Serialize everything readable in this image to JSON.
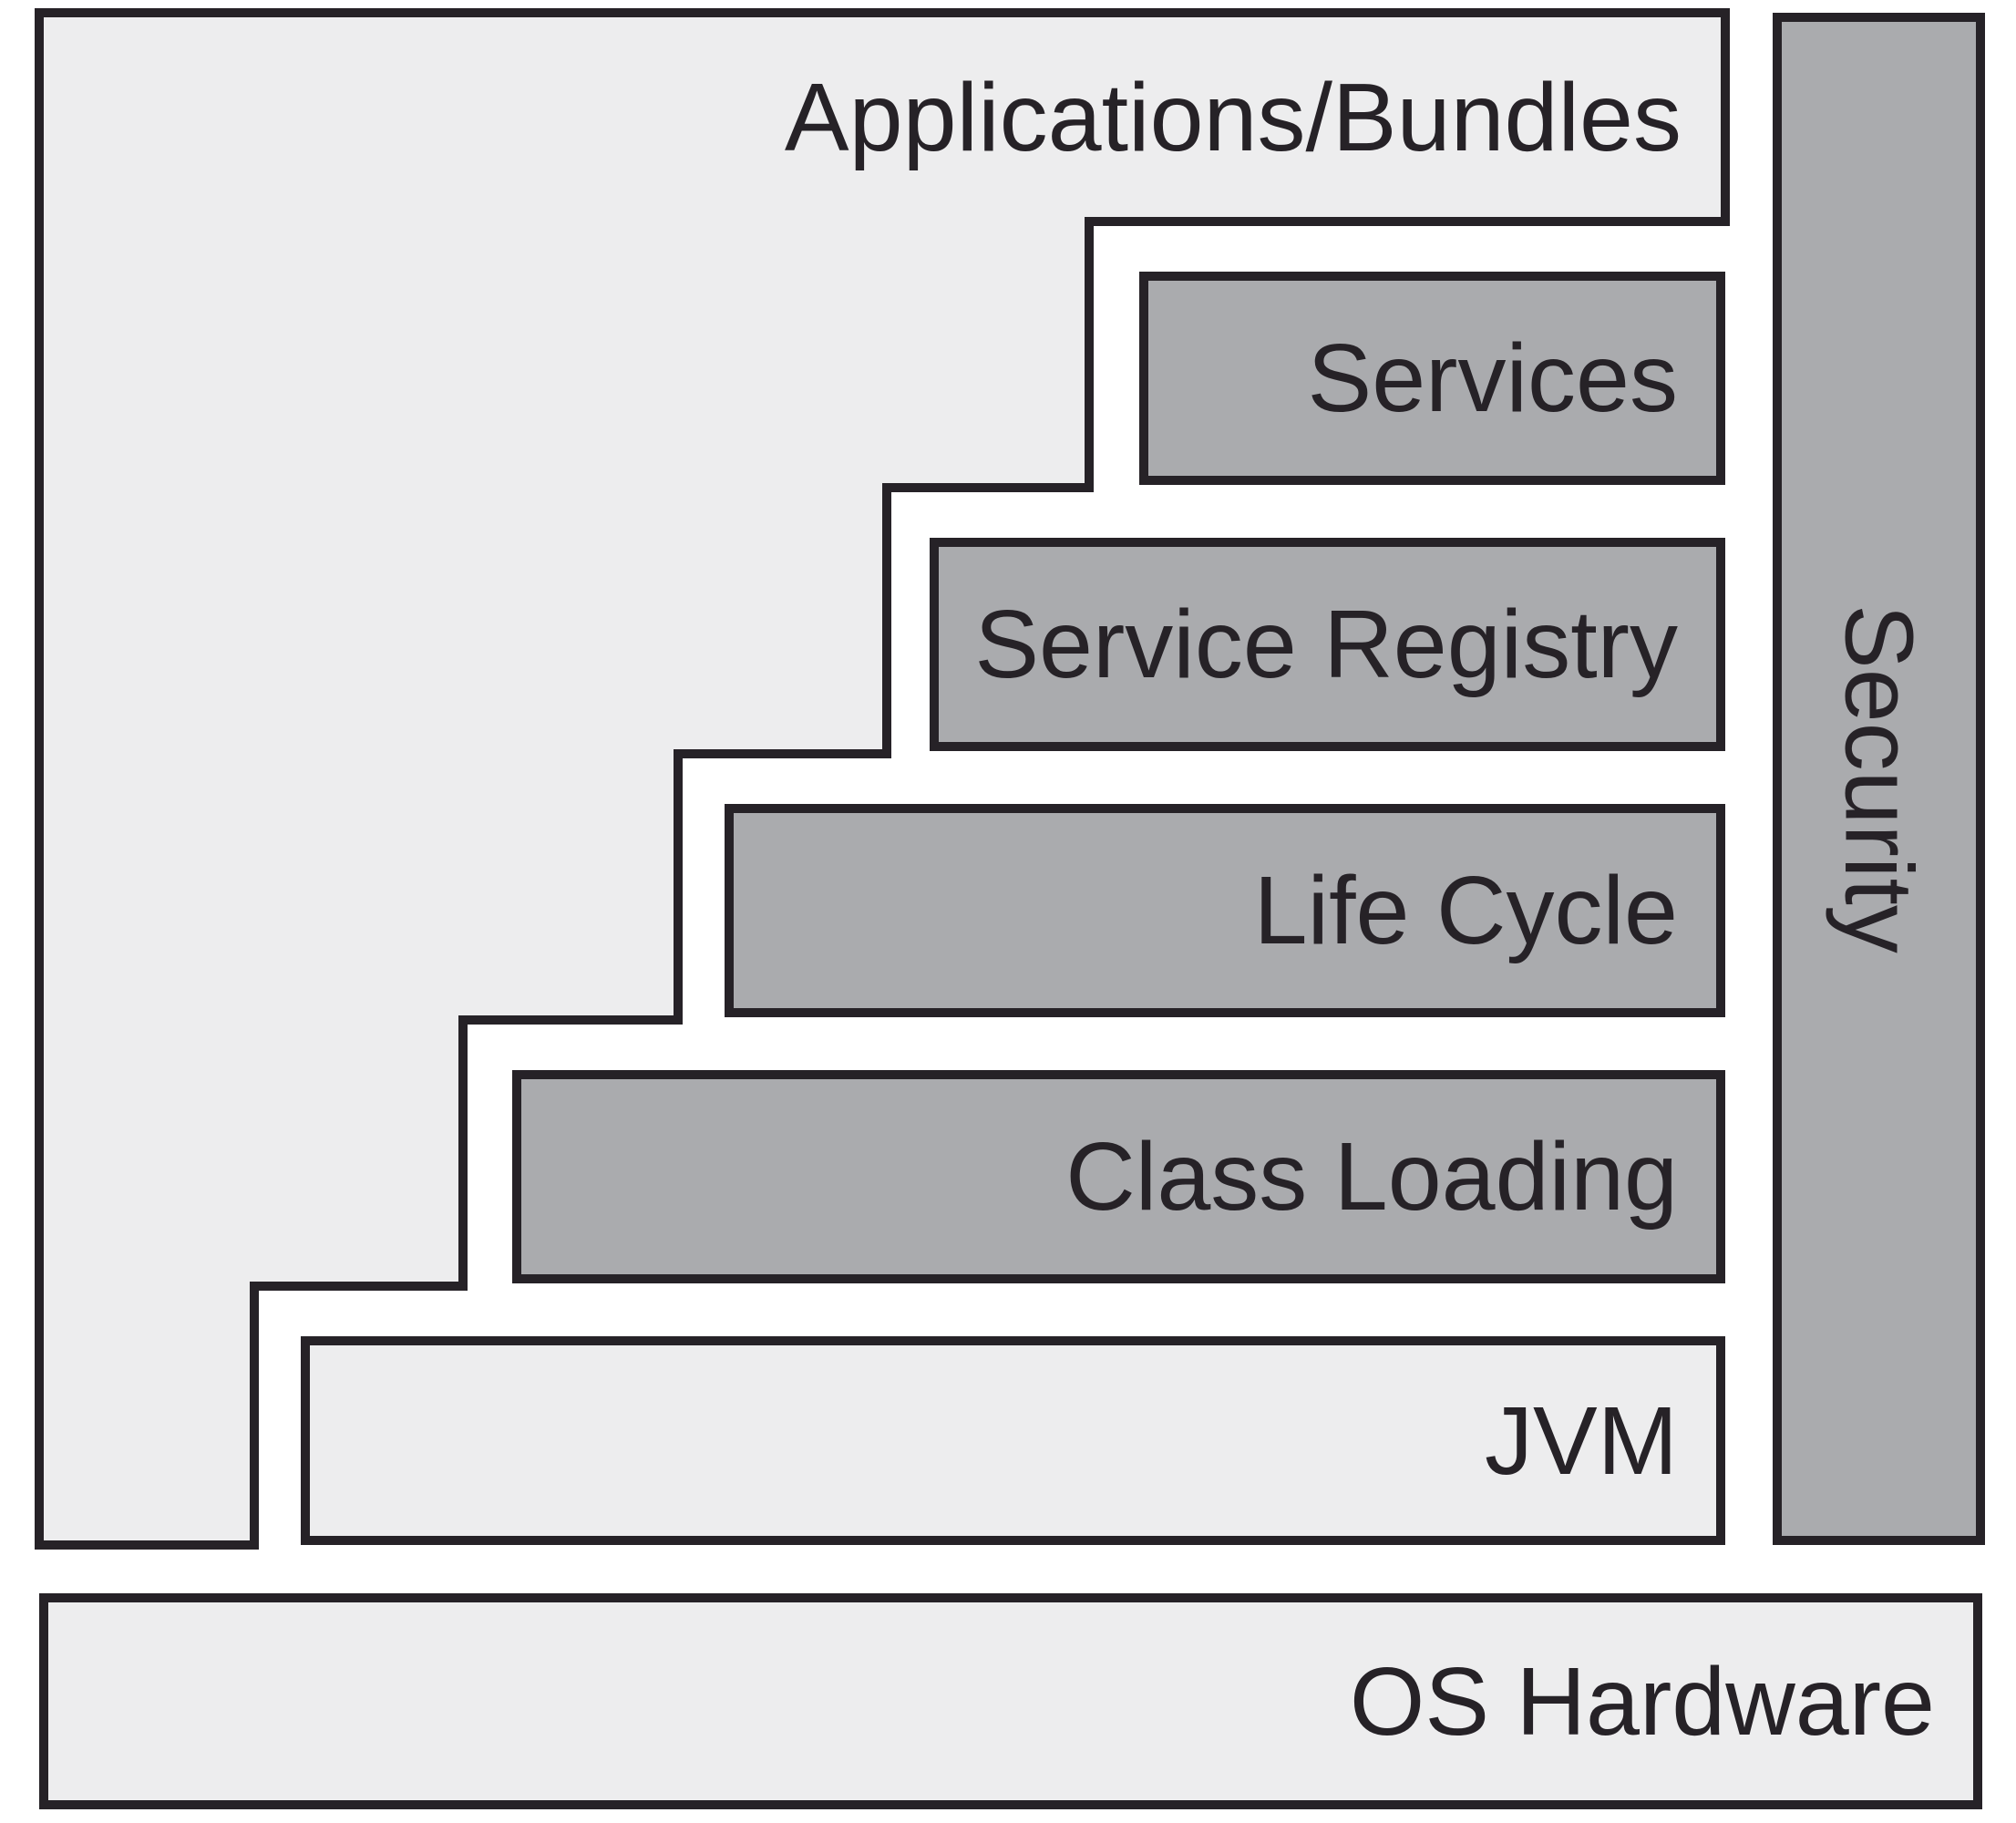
{
  "colors": {
    "background": "#ffffff",
    "light_fill": "#ededee",
    "dark_fill": "#aaabae",
    "line": "#262227",
    "text": "#262227"
  },
  "diagram": {
    "applications_bundles": {
      "label": "Applications/Bundles"
    },
    "layers": [
      {
        "label": "Services"
      },
      {
        "label": "Service Registry"
      },
      {
        "label": "Life Cycle"
      },
      {
        "label": "Class Loading"
      },
      {
        "label": "JVM"
      }
    ],
    "security": {
      "label": "Security"
    },
    "os_hardware": {
      "label": "OS Hardware"
    }
  }
}
